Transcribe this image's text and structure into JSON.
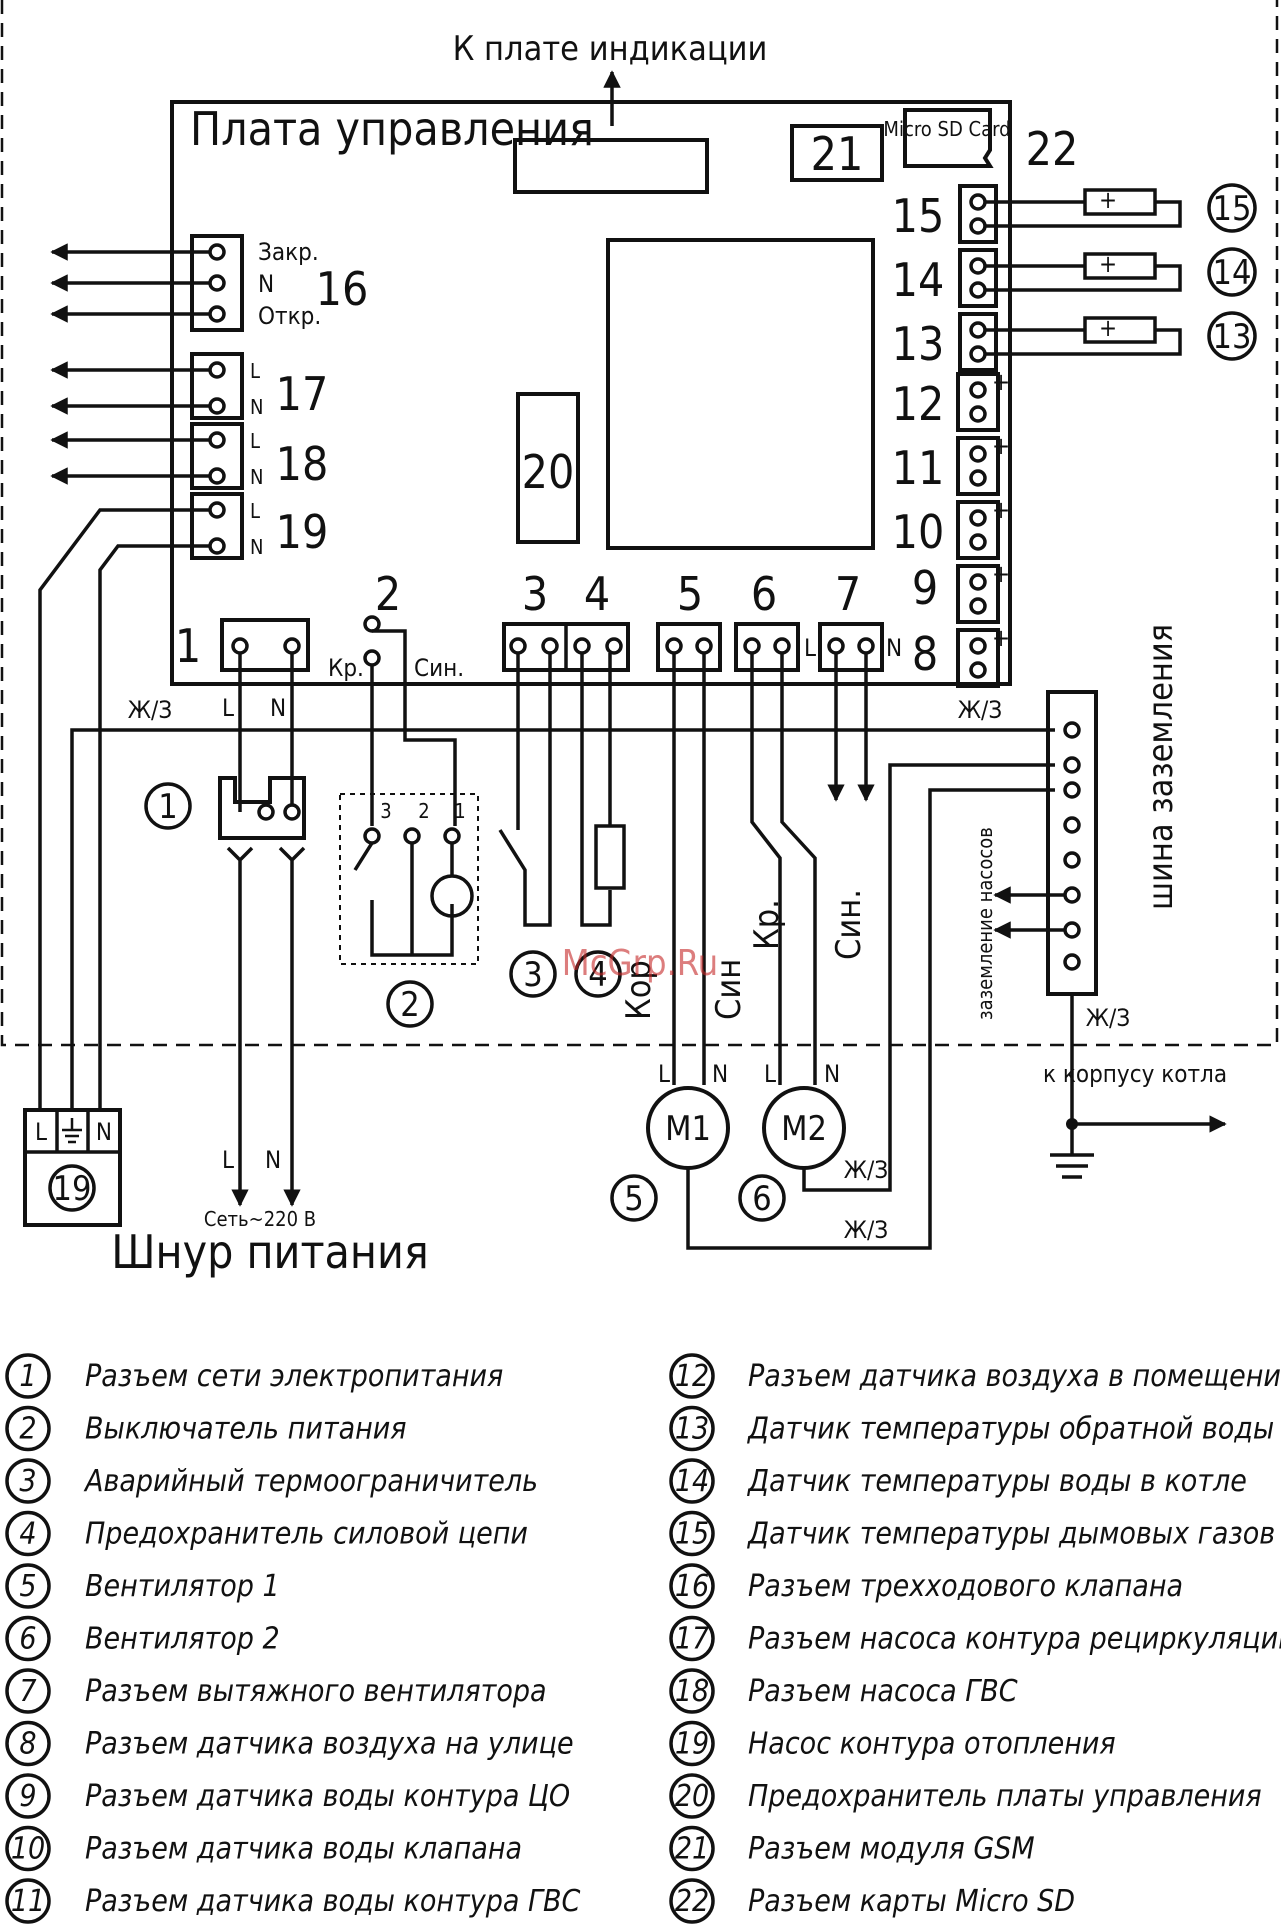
{
  "diagram": {
    "top_label": "К плате индикации",
    "board_title": "Плата управления",
    "sd_card": "Micro SD Card",
    "watermark": "McGrp.Ru",
    "ground_bus": "шина заземления",
    "pump_ground": "заземление насосов",
    "to_body": "к корпусу котла",
    "power_cord": "Шнур питания",
    "mains": "Сеть~220 В",
    "yz": "Ж/З",
    "kr": "Кр.",
    "sin": "Син.",
    "kor": "Кор",
    "sin2": "Син",
    "close": "Закр.",
    "open": "Откр.",
    "L": "L",
    "N": "N",
    "M1": "M1",
    "M2": "M2",
    "plus": "+",
    "sw_pins": [
      "3",
      "2",
      "1"
    ],
    "numbers": [
      "1",
      "2",
      "3",
      "4",
      "5",
      "6",
      "7",
      "8",
      "9",
      "10",
      "11",
      "12",
      "13",
      "14",
      "15",
      "16",
      "17",
      "18",
      "19",
      "20",
      "21",
      "22"
    ]
  },
  "legend": [
    {
      "num": "1",
      "text": "Разъем сети электропитания"
    },
    {
      "num": "2",
      "text": "Выключатель питания"
    },
    {
      "num": "3",
      "text": "Аварийный термоограничитель"
    },
    {
      "num": "4",
      "text": "Предохранитель силовой цепи"
    },
    {
      "num": "5",
      "text": "Вентилятор 1"
    },
    {
      "num": "6",
      "text": "Вентилятор 2"
    },
    {
      "num": "7",
      "text": "Разъем вытяжного вентилятора"
    },
    {
      "num": "8",
      "text": "Разъем датчика воздуха на улице"
    },
    {
      "num": "9",
      "text": "Разъем датчика воды контура ЦО"
    },
    {
      "num": "10",
      "text": "Разъем датчика воды клапана"
    },
    {
      "num": "11",
      "text": "Разъем датчика воды контура ГВС"
    },
    {
      "num": "12",
      "text": "Разъем датчика воздуха в помещении"
    },
    {
      "num": "13",
      "text": "Датчик температуры обратной воды"
    },
    {
      "num": "14",
      "text": "Датчик температуры воды в котле"
    },
    {
      "num": "15",
      "text": "Датчик температуры дымовых газов"
    },
    {
      "num": "16",
      "text": "Разъем трехходового клапана"
    },
    {
      "num": "17",
      "text": "Разъем насоса контура рециркуляции"
    },
    {
      "num": "18",
      "text": "Разъем насоса ГВС"
    },
    {
      "num": "19",
      "text": "Насос контура отопления"
    },
    {
      "num": "20",
      "text": "Предохранитель платы управления"
    },
    {
      "num": "21",
      "text": "Разъем модуля GSM"
    },
    {
      "num": "22",
      "text": "Разъем карты Micro SD"
    }
  ]
}
